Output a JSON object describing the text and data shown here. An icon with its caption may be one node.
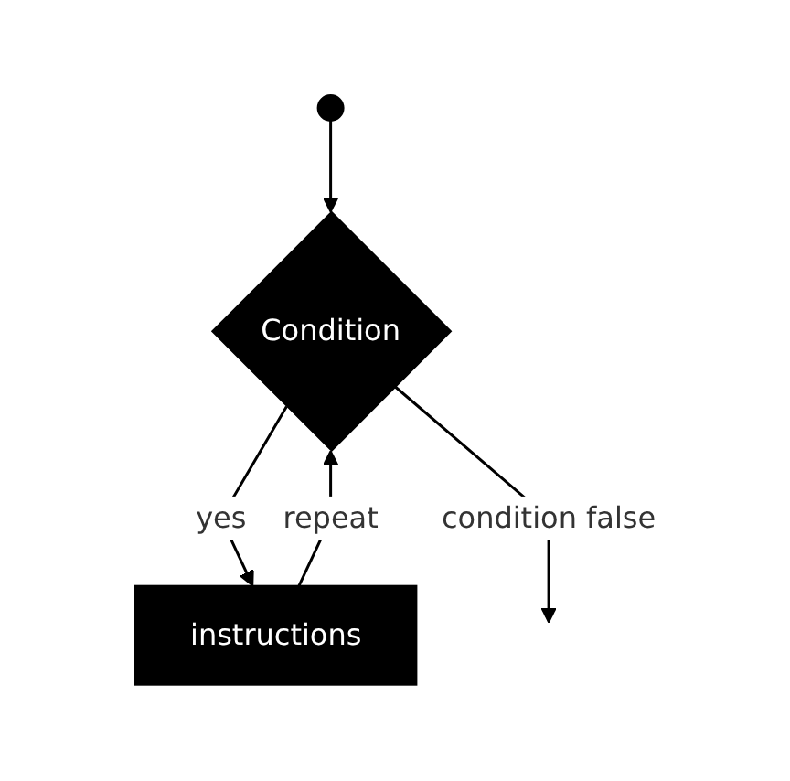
{
  "diagram": {
    "nodes": [
      {
        "text": [],
        "shape": "circle"
      },
      {
        "text": [
          "Condition"
        ]
      },
      {
        "text": [
          "instructions"
        ]
      }
    ],
    "edges": [
      {
        "from": 0,
        "to": 1,
        "arrow": "to"
      },
      {
        "from": 1,
        "to": 2,
        "label": "yes",
        "arrow": "to"
      },
      {
        "from": 2,
        "to": 1,
        "label": "repeat",
        "arrow": "to"
      },
      {
        "from": 1,
        "to": null,
        "label": "condition false",
        "arrow": "to"
      }
    ]
  }
}
